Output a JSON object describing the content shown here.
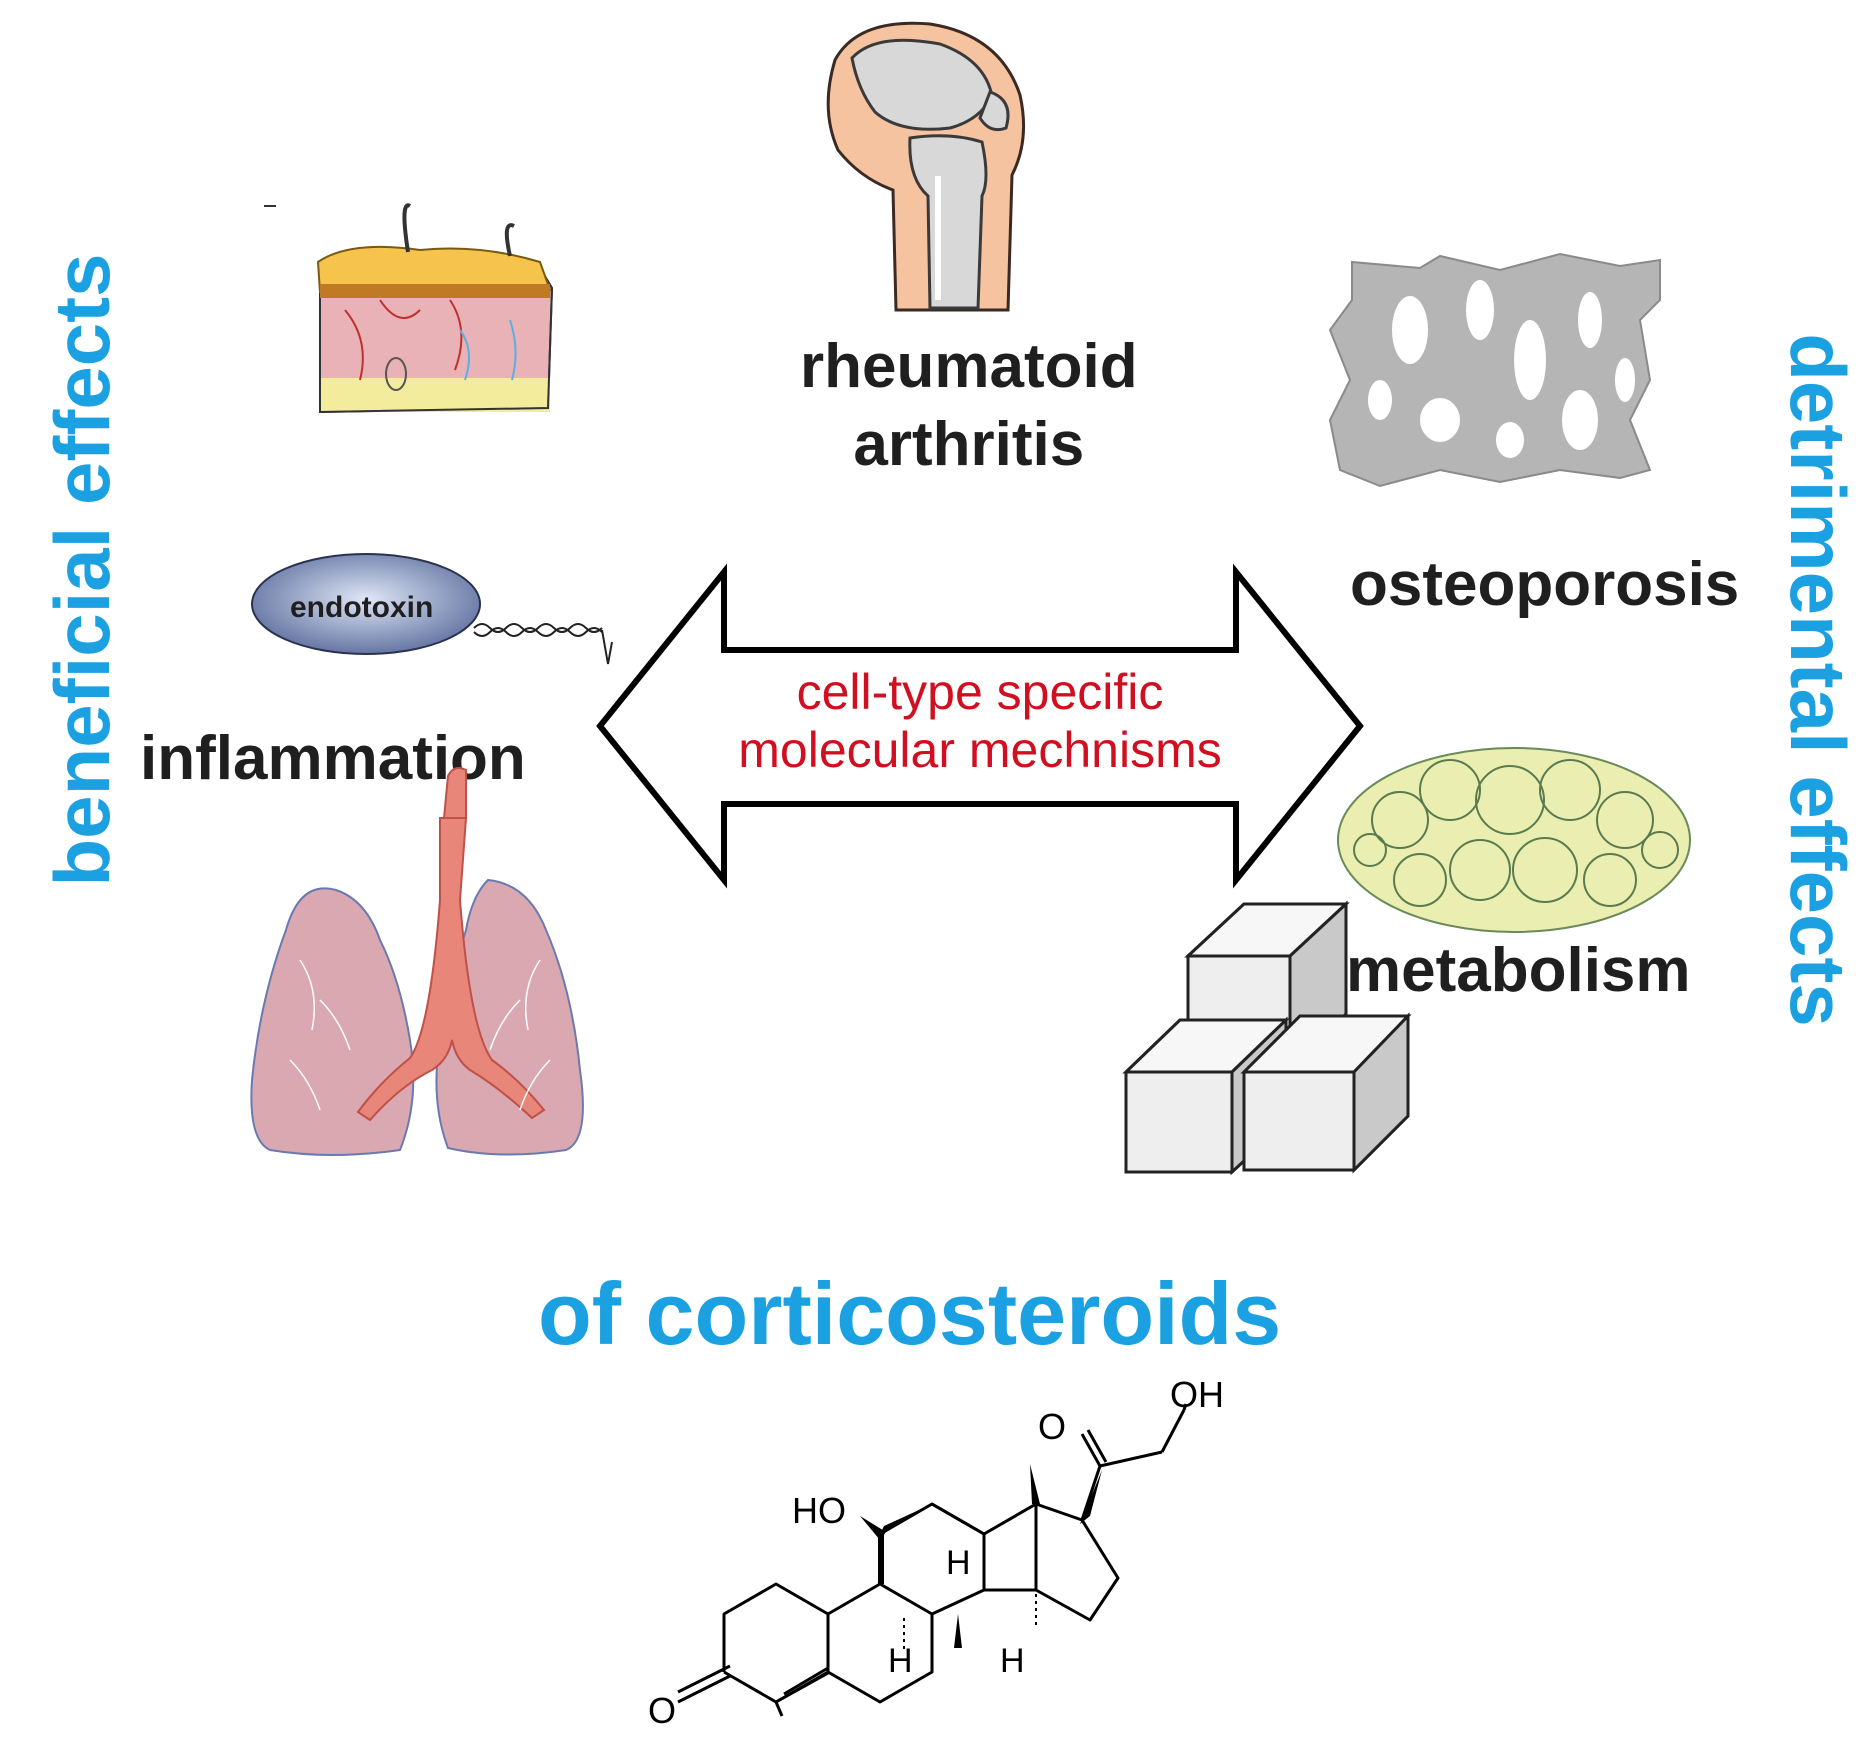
{
  "side_labels": {
    "left": "beneficial effects",
    "right": "detrimental effects"
  },
  "bottom_title": "of corticosteroids",
  "center": {
    "line1": "cell-type specific",
    "line2": "molecular mechnisms"
  },
  "conditions": {
    "rheumatoid_line1": "rheumatoid",
    "rheumatoid_line2": "arthritis",
    "osteoporosis": "osteoporosis",
    "inflammation": "inflammation",
    "metabolism": "metabolism"
  },
  "endotoxin_label": "endotoxin",
  "molecule": {
    "oh_top": "OH",
    "o_ketone": "O",
    "ho_left": "HO",
    "o_bottom": "O",
    "h1": "H",
    "h2": "H",
    "h3": "H"
  },
  "colors": {
    "blue": "#1ba1e2",
    "red": "#d01020",
    "dark": "#1f1f1f"
  }
}
